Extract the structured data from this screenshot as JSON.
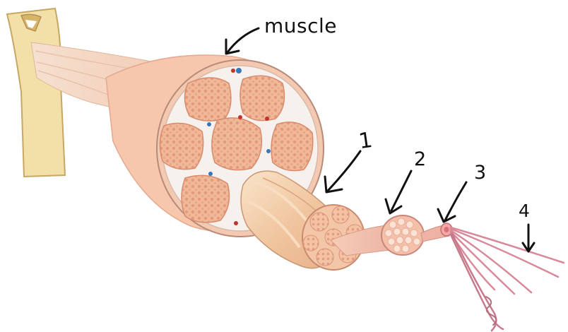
{
  "labels": {
    "muscle": "muscle",
    "one": "1",
    "two": "2",
    "three": "3",
    "four": "4"
  },
  "colors": {
    "bone": "#f3dfa8",
    "bone_outline": "#c7a763",
    "tendon": "#f2cdb8",
    "muscle_tissue": "#f6c7ad",
    "fascicle_fill": "#f1b898",
    "fascicle_dots": "#e08d6f",
    "sheath": "#ffffff",
    "myofibril": "#f2a9a6",
    "filament": "#d98a9a",
    "vessel_blue": "#3a77b8",
    "vessel_red": "#c0352b",
    "ink": "#111111"
  }
}
